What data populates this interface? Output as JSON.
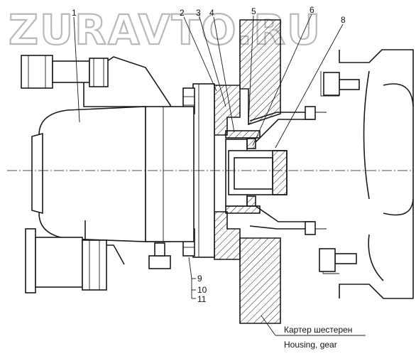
{
  "watermark": "ZURAVTO.RU",
  "callouts": {
    "top": [
      "1",
      "2",
      "3",
      "4",
      "5",
      "6",
      "8"
    ],
    "bottom": [
      "9",
      "10",
      "11"
    ]
  },
  "caption": {
    "ru": "Картер шестерен",
    "en": "Housing, gear"
  }
}
